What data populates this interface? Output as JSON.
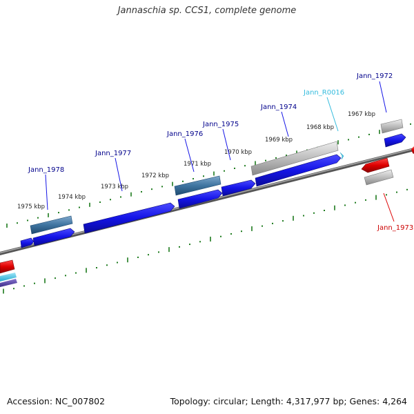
{
  "title": "Jannaschia sp. CCS1, complete genome",
  "footer": {
    "accession": "Accession: NC_007802",
    "summary": "Topology: circular; Length: 4,317,977 bp; Genes: 4,264"
  },
  "kbp_labels": [
    "1967 kbp",
    "1968 kbp",
    "1969 kbp",
    "1970 kbp",
    "1971 kbp",
    "1972 kbp",
    "1973 kbp",
    "1974 kbp",
    "1975 kbp"
  ],
  "gene_labels": [
    "Jann_1972",
    "Jann_R0016",
    "Jann_1974",
    "Jann_1975",
    "Jann_1976",
    "Jann_1977",
    "Jann_1978",
    "Jann_1973"
  ],
  "colors": {
    "cds_forward": "#1414e6",
    "cds_steel": "#3f74a0",
    "pseudo_gray": "#b8b8b8",
    "cds_reverse": "#dd0000",
    "rna": "#44c8e8",
    "label_blue": "#00008b",
    "label_cyan": "#33bbdd",
    "label_red": "#cc0000",
    "tick_green": "#1c7a1c",
    "backbone": "#777777"
  }
}
